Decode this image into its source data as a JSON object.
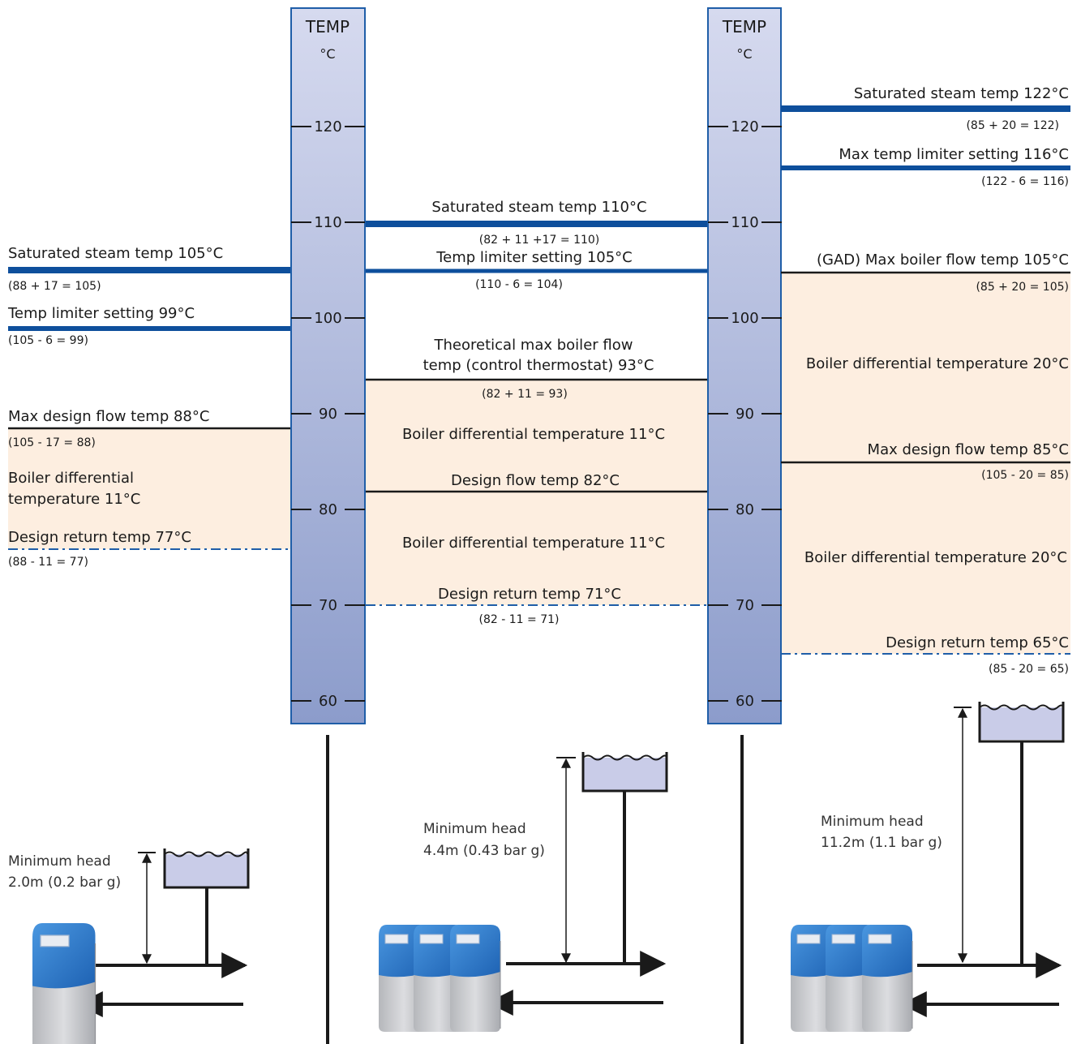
{
  "scale": {
    "header": "TEMP",
    "unit": "°C",
    "ticks": [
      "120",
      "110",
      "100",
      "90",
      "80",
      "70",
      "60"
    ]
  },
  "left": {
    "sat_steam": "Saturated steam temp 105°C",
    "sat_steam_calc": "(88 + 17 = 105)",
    "limiter": "Temp limiter setting 99°C",
    "limiter_calc": "(105 - 6 = 99)",
    "max_flow": "Max design flow temp 88°C",
    "max_flow_calc": "(105 - 17 = 88)",
    "diff_line1": "Boiler differential",
    "diff_line2": "temperature 11°C",
    "return": "Design return temp 77°C",
    "return_calc": "(88 - 11 = 77)",
    "head_line1": "Minimum head",
    "head_line2": "2.0m (0.2 bar g)"
  },
  "middle": {
    "sat_steam": "Saturated steam temp 110°C",
    "sat_steam_calc": "(82 + 11 +17 = 110)",
    "limiter": "Temp limiter setting 105°C",
    "limiter_calc": "(110 - 6 = 104)",
    "theo_line1": "Theoretical max boiler flow",
    "theo_line2": "temp (control thermostat) 93°C",
    "theo_calc": "(82 + 11 = 93)",
    "diff_upper": "Boiler differential temperature 11°C",
    "design_flow": "Design flow temp 82°C",
    "diff_lower": "Boiler differential temperature 11°C",
    "return": "Design return temp 71°C",
    "return_calc": "(82 - 11 = 71)",
    "head_line1": "Minimum head",
    "head_line2": "4.4m (0.43 bar g)"
  },
  "right": {
    "sat_steam": "Saturated steam temp 122°C",
    "sat_steam_calc": "(85 + 20 = 122)",
    "limiter": "Max temp limiter setting 116°C",
    "limiter_calc": "(122 - 6 = 116)",
    "gad": "(GAD) Max boiler flow temp 105°C",
    "gad_calc": "(85 + 20 = 105)",
    "diff_upper": "Boiler differential temperature 20°C",
    "max_flow": "Max design flow temp 85°C",
    "max_flow_calc": "(105 - 20 = 85)",
    "diff_lower": "Boiler differential temperature 20°C",
    "return": "Design return temp 65°C",
    "return_calc": "(85 - 20 = 65)",
    "head_line1": "Minimum head",
    "head_line2": "11.2m (1.1 bar g)"
  },
  "colors": {
    "steel_blue": "#0e4f9c",
    "black_line": "#1a1a1a",
    "band": "#fdeee0",
    "scale_top": "#d4d9ee",
    "scale_bottom": "#8d9dcc",
    "dashed": "#1f5ea8",
    "tank_water": "#c9cce8",
    "boiler_blue": "#2f7fd0",
    "boiler_grey": "#c8c9cc"
  }
}
